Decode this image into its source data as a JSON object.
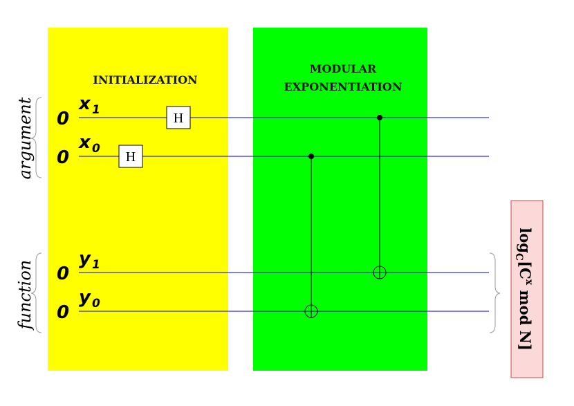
{
  "sections": {
    "initialization": "INITIALIZATION",
    "modular_line1": "MODULAR",
    "modular_line2": "EXPONENTIATION"
  },
  "groups": {
    "argument": "argument",
    "function": "function"
  },
  "qubits": {
    "x1": {
      "init": "0",
      "name": "x",
      "sub": "1"
    },
    "x0": {
      "init": "0",
      "name": "x",
      "sub": "0"
    },
    "y1": {
      "init": "0",
      "name": "y",
      "sub": "1"
    },
    "y0": {
      "init": "0",
      "name": "y",
      "sub": "0"
    }
  },
  "gates": {
    "hadamard_x1": "H",
    "hadamard_x0": "H"
  },
  "result": {
    "log": "log",
    "base": "C",
    "bracket_open": "[C",
    "exponent": "x",
    "rest": " mod N]"
  },
  "colors": {
    "initialization_panel": "#ffff00",
    "modular_panel": "#00ff00",
    "wire": "#0000cc",
    "result_box": "#fcd9d9",
    "result_border": "#c84a4a"
  }
}
